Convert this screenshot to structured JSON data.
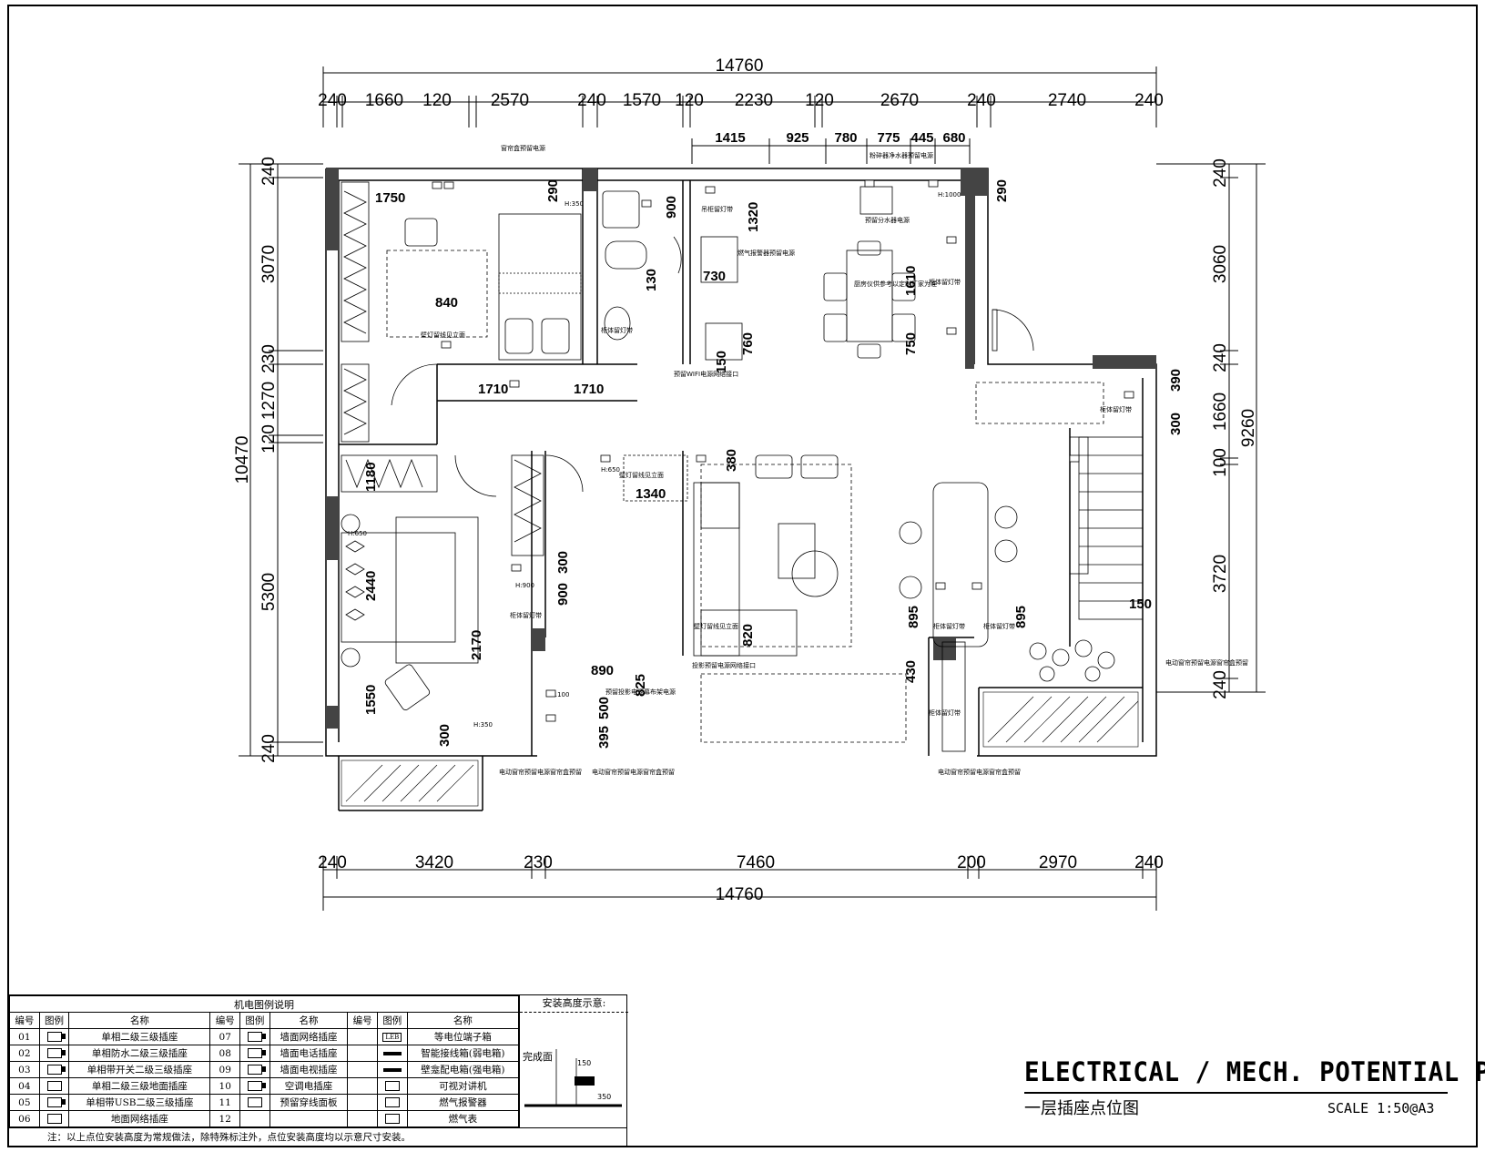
{
  "dims": {
    "top_total": "14760",
    "top_segments": [
      "240",
      "1660",
      "120",
      "2570",
      "240",
      "1570",
      "120",
      "2230",
      "120",
      "2670",
      "240",
      "2740",
      "240"
    ],
    "top_kitchen": [
      "1415",
      "925",
      "780",
      "775",
      "445",
      "680"
    ],
    "bottom_segments": [
      "240",
      "3420",
      "230",
      "7460",
      "200",
      "2970",
      "240"
    ],
    "bottom_total": "14760",
    "left_total": "10470",
    "left_segments": [
      "240",
      "3070",
      "230",
      "1270",
      "120",
      "5300",
      "240"
    ],
    "right_total": "9260",
    "right_segments": [
      "240",
      "3060",
      "240",
      "1660",
      "100",
      "3720",
      "240"
    ],
    "inner": [
      "1750",
      "840",
      "1710",
      "1710",
      "1340",
      "1180",
      "2440",
      "2170",
      "1550",
      "300",
      "890",
      "825",
      "395",
      "500",
      "900",
      "300",
      "820",
      "895",
      "895",
      "150",
      "390",
      "300",
      "290",
      "290",
      "900",
      "1320",
      "730",
      "130",
      "150",
      "760",
      "1610",
      "750",
      "380",
      "430"
    ]
  },
  "notes": {
    "n1": "窗帘盒预留电源",
    "n2": "粉碎器净水器预留电源",
    "n3": "预留分水器电源",
    "n4": "燃气报警器预留电源",
    "n5": "厨房仪供参考以定制厂家为准",
    "n6": "预留WIFI电源网络接口",
    "n7": "壁灯留线见立面",
    "n8": "柜体留灯带",
    "n9": "电动窗帘预留电源窗帘盒预留",
    "n10": "吊柜留灯带",
    "n11": "投影预留电源网络接口",
    "n12": "预留投影电源幕布架电源",
    "h350": "H:350",
    "h650": "H:650",
    "h900": "H:900",
    "h1100": "H:1100",
    "h1000": "H:1000"
  },
  "legend": {
    "caption": "机电图例说明",
    "headers": [
      "编号",
      "图例",
      "名称",
      "编号",
      "图例",
      "名称",
      "编号",
      "图例",
      "名称"
    ],
    "rows": [
      {
        "no": "01",
        "name": "单相二级三级插座",
        "no2": "07",
        "name2": "墙面网络插座",
        "sym3": "LEB",
        "name3": "等电位端子箱"
      },
      {
        "no": "02",
        "name": "单相防水二级三级插座",
        "no2": "08",
        "name2": "墙面电话插座",
        "sym3": "",
        "name3": "智能接线箱(弱电箱)"
      },
      {
        "no": "03",
        "name": "单相带开关二级三级插座",
        "no2": "09",
        "name2": "墙面电视插座",
        "sym3": "",
        "name3": "壁龛配电箱(强电箱)"
      },
      {
        "no": "04",
        "name": "单相二级三级地面插座",
        "no2": "10",
        "name2": "空调电插座",
        "sym3": "",
        "name3": "可视对讲机"
      },
      {
        "no": "05",
        "name": "单相带USB二级三级插座",
        "no2": "11",
        "name2": "预留穿线面板",
        "sym3": "",
        "name3": "燃气报警器"
      },
      {
        "no": "06",
        "name": "地面网络插座",
        "no2": "12",
        "name2": "",
        "sym3": "",
        "name3": "燃气表"
      }
    ],
    "footnote": "注：以上点位安装高度为常规做法，除特殊标注外，点位安装高度均以示意尺寸安装。",
    "install_title": "安装高度示意:",
    "install_floor": "完成面",
    "install_h1": "150",
    "install_h2": "350"
  },
  "title": {
    "en": "ELECTRICAL / MECH. POTENTIAL  PLAN",
    "cn": "一层插座点位图",
    "scale": "SCALE 1:50@A3"
  }
}
